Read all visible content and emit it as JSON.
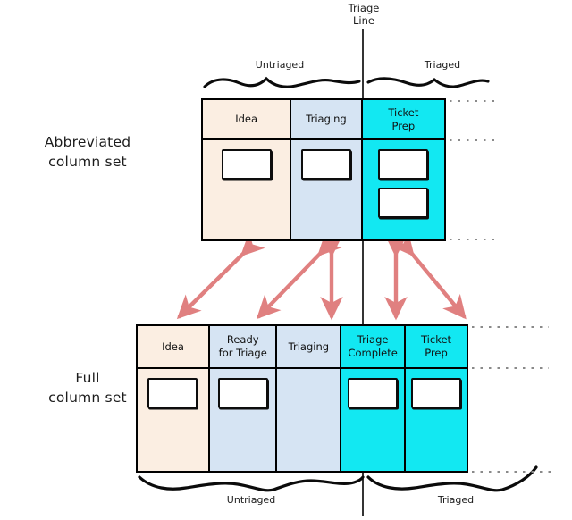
{
  "diagram": {
    "triage_line": {
      "label_line1": "Triage",
      "label_line2": "Line"
    },
    "row_captions": {
      "abbreviated": {
        "line1": "Abbreviated",
        "line2": "column set"
      },
      "full": {
        "line1": "Full",
        "line2": "column set"
      }
    },
    "group_labels": {
      "untriaged": "Untriaged",
      "triaged": "Triaged"
    },
    "colors": {
      "idea": "#FBEEE2",
      "blue": "#D6E4F3",
      "cyan": "#12E8F2",
      "line": "#000000",
      "arrow": "#E08080"
    },
    "boards": [
      {
        "id": "abbreviated",
        "caption": "Abbreviated column set",
        "columns": [
          {
            "name": "idea",
            "label_line1": "Idea",
            "label_line2": "",
            "color": "#FBEEE2",
            "cards": 1,
            "side": "untriaged"
          },
          {
            "name": "triaging",
            "label_line1": "Triaging",
            "label_line2": "",
            "color": "#D6E4F3",
            "cards": 1,
            "side": "untriaged"
          },
          {
            "name": "ticket-prep",
            "label_line1": "Ticket",
            "label_line2": "Prep",
            "color": "#12E8F2",
            "cards": 2,
            "side": "triaged"
          }
        ]
      },
      {
        "id": "full",
        "caption": "Full column set",
        "columns": [
          {
            "name": "idea",
            "label_line1": "Idea",
            "label_line2": "",
            "color": "#FBEEE2",
            "cards": 1,
            "side": "untriaged"
          },
          {
            "name": "ready-for-triage",
            "label_line1": "Ready",
            "label_line2": "for Triage",
            "color": "#D6E4F3",
            "cards": 1,
            "side": "untriaged"
          },
          {
            "name": "triaging",
            "label_line1": "Triaging",
            "label_line2": "",
            "color": "#D6E4F3",
            "cards": 0,
            "side": "untriaged"
          },
          {
            "name": "triage-complete",
            "label_line1": "Triage",
            "label_line2": "Complete",
            "color": "#12E8F2",
            "cards": 1,
            "side": "triaged"
          },
          {
            "name": "ticket-prep",
            "label_line1": "Ticket",
            "label_line2": "Prep",
            "color": "#12E8F2",
            "cards": 1,
            "side": "triaged"
          }
        ]
      }
    ],
    "mapping_arrows": [
      {
        "from": "full-idea",
        "to": "abbrev-idea"
      },
      {
        "from": "full-ready-for-triage",
        "to": "abbrev-triaging"
      },
      {
        "from": "full-triaging",
        "to": "abbrev-triaging"
      },
      {
        "from": "full-triage-complete",
        "to": "abbrev-ticket-prep"
      },
      {
        "from": "full-ticket-prep",
        "to": "abbrev-ticket-prep"
      }
    ]
  }
}
